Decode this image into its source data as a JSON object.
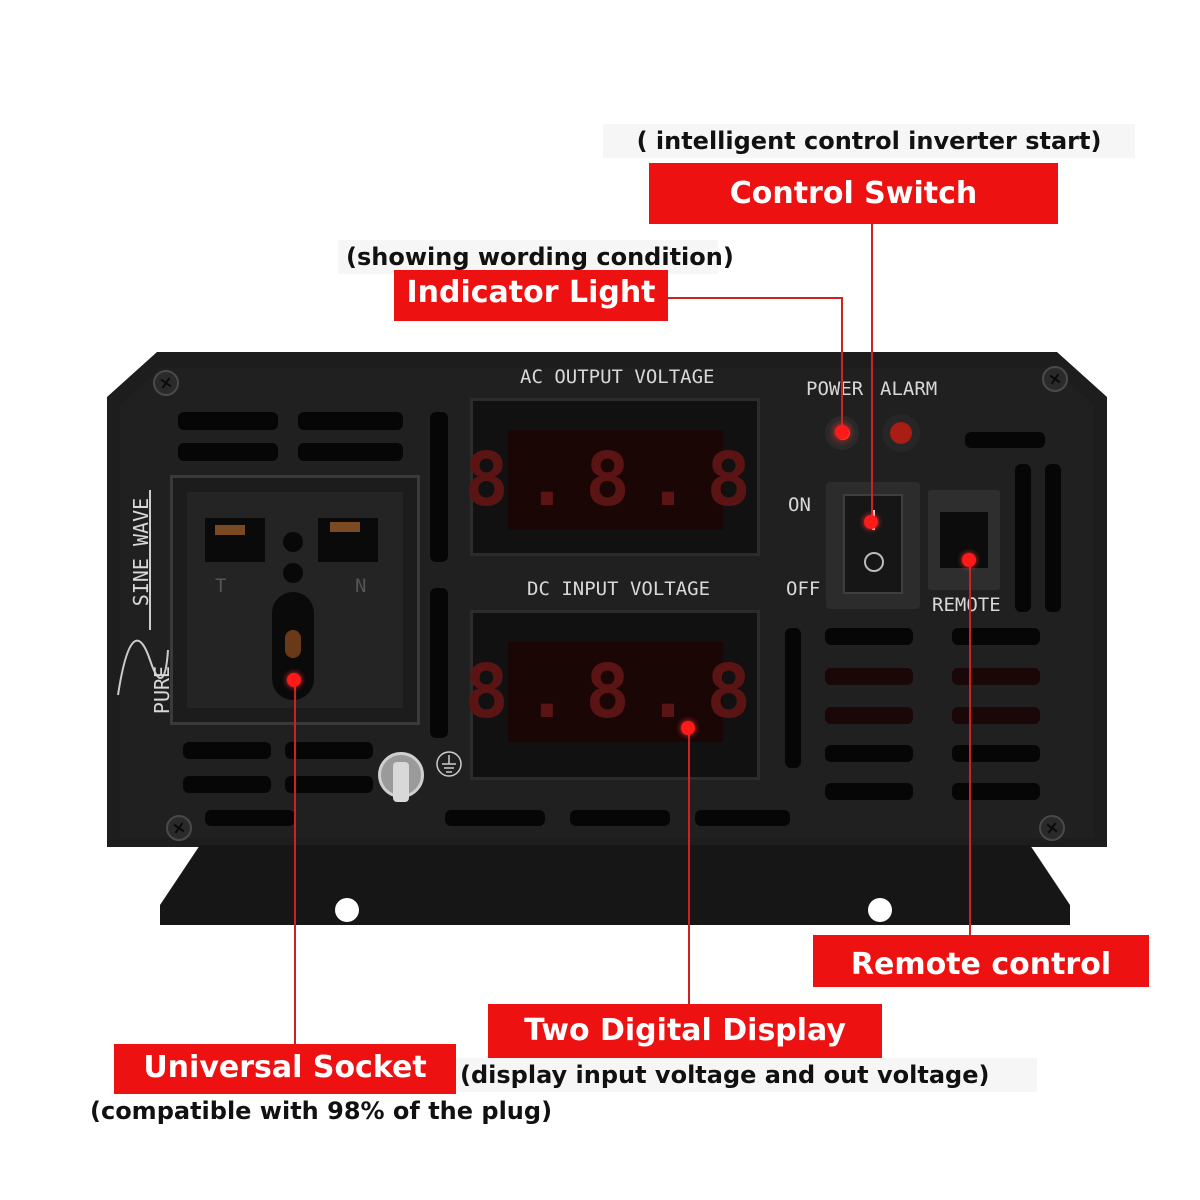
{
  "labels": {
    "control_switch": "Control Switch",
    "control_switch_note": "( intelligent control inverter start)",
    "indicator_light": "Indicator Light",
    "indicator_light_note": "(showing wording condition)",
    "remote_control": "Remote control",
    "digital_display": "Two Digital Display",
    "digital_display_note": "(display input voltage and out voltage)",
    "universal_socket": "Universal Socket",
    "universal_socket_note": "(compatible with 98% of the plug)"
  },
  "panel": {
    "ac_output_voltage": "AC OUTPUT VOLTAGE",
    "dc_input_voltage": "DC INPUT VOLTAGE",
    "power": "POWER",
    "alarm": "ALARM",
    "on": "ON",
    "off": "OFF",
    "remote": "REMOTE",
    "sine_wave": "SINE WAVE",
    "pure": "PURE",
    "socket_t": "T",
    "socket_n": "N",
    "display_ac_digits": "8.8.8",
    "display_dc_digits": "8.8.8"
  },
  "colors": {
    "label_bg": "#ee1111",
    "label_text": "#ffffff",
    "marker": "#ff1a1a",
    "panel": "#1c1c1c",
    "power_led": "#ff3b2b",
    "alarm_led": "#a81d14"
  },
  "icons": [
    "screw-icon",
    "ground-icon",
    "sine-wave-icon",
    "switch-on-icon",
    "switch-off-icon"
  ]
}
